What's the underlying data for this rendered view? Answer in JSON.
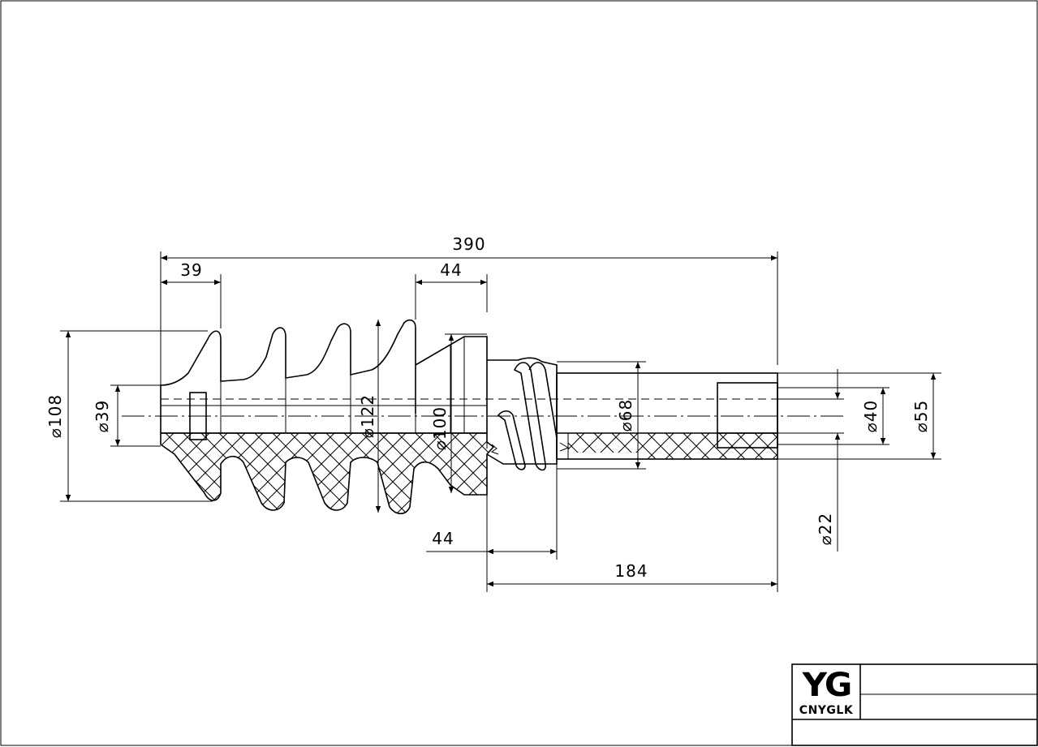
{
  "drawing": {
    "dimensions": {
      "overall_length": "390",
      "left_flange_length": "39",
      "top_shed_pitch": "44",
      "bottom_shed_pitch": "44",
      "shaft_length": "184",
      "dia_108": "⌀108",
      "dia_39": "⌀39",
      "dia_122": "⌀122",
      "dia_100": "⌀100",
      "dia_68": "⌀68",
      "dia_40": "⌀40",
      "dia_55": "⌀55",
      "dia_22": "⌀22"
    }
  },
  "title_block": {
    "logo_mark": "YG",
    "logo_text": "CNYGLK",
    "cells": [
      "",
      "",
      ""
    ]
  }
}
